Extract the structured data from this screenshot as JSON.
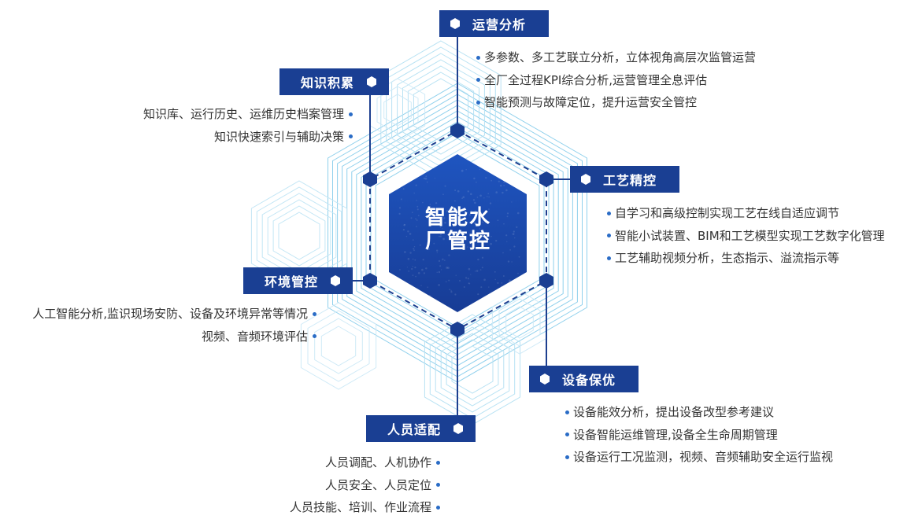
{
  "center": {
    "line1": "智能水",
    "line2": "厂管控"
  },
  "modules": {
    "ops": {
      "label": "运营分析",
      "items": [
        "多参数、多工艺联立分析，立体视角高层次监管运营",
        "全厂全过程KPI综合分析,运营管理全息评估",
        "智能预测与故障定位，提升运营安全管控"
      ]
    },
    "process": {
      "label": "工艺精控",
      "items": [
        "自学习和高级控制实现工艺在线自适应调节",
        "智能小试装置、BIM和工艺模型实现工艺数字化管理",
        "工艺辅助视频分析，生态指示、溢流指示等"
      ]
    },
    "equipment": {
      "label": "设备保优",
      "items": [
        "设备能效分析，提出设备改型参考建议",
        "设备智能运维管理,设备全生命周期管理",
        "设备运行工况监测，视频、音频辅助安全运行监视"
      ]
    },
    "staff": {
      "label": "人员适配",
      "items": [
        "人员调配、人机协作",
        "人员安全、人员定位",
        "人员技能、培训、作业流程"
      ]
    },
    "environment": {
      "label": "环境管控",
      "items": [
        "人工智能分析,监识现场安防、设备及环境异常等情况",
        "视频、音频环境评估"
      ]
    },
    "knowledge": {
      "label": "知识积累",
      "items": [
        "知识库、运行历史、运维历史档案管理",
        "知识快速索引与辅助决策"
      ]
    }
  },
  "colors": {
    "primary": "#1a3f93",
    "accent": "#2a6cc6",
    "line": "#1d3f8f",
    "deco": "#8fd0ec"
  }
}
